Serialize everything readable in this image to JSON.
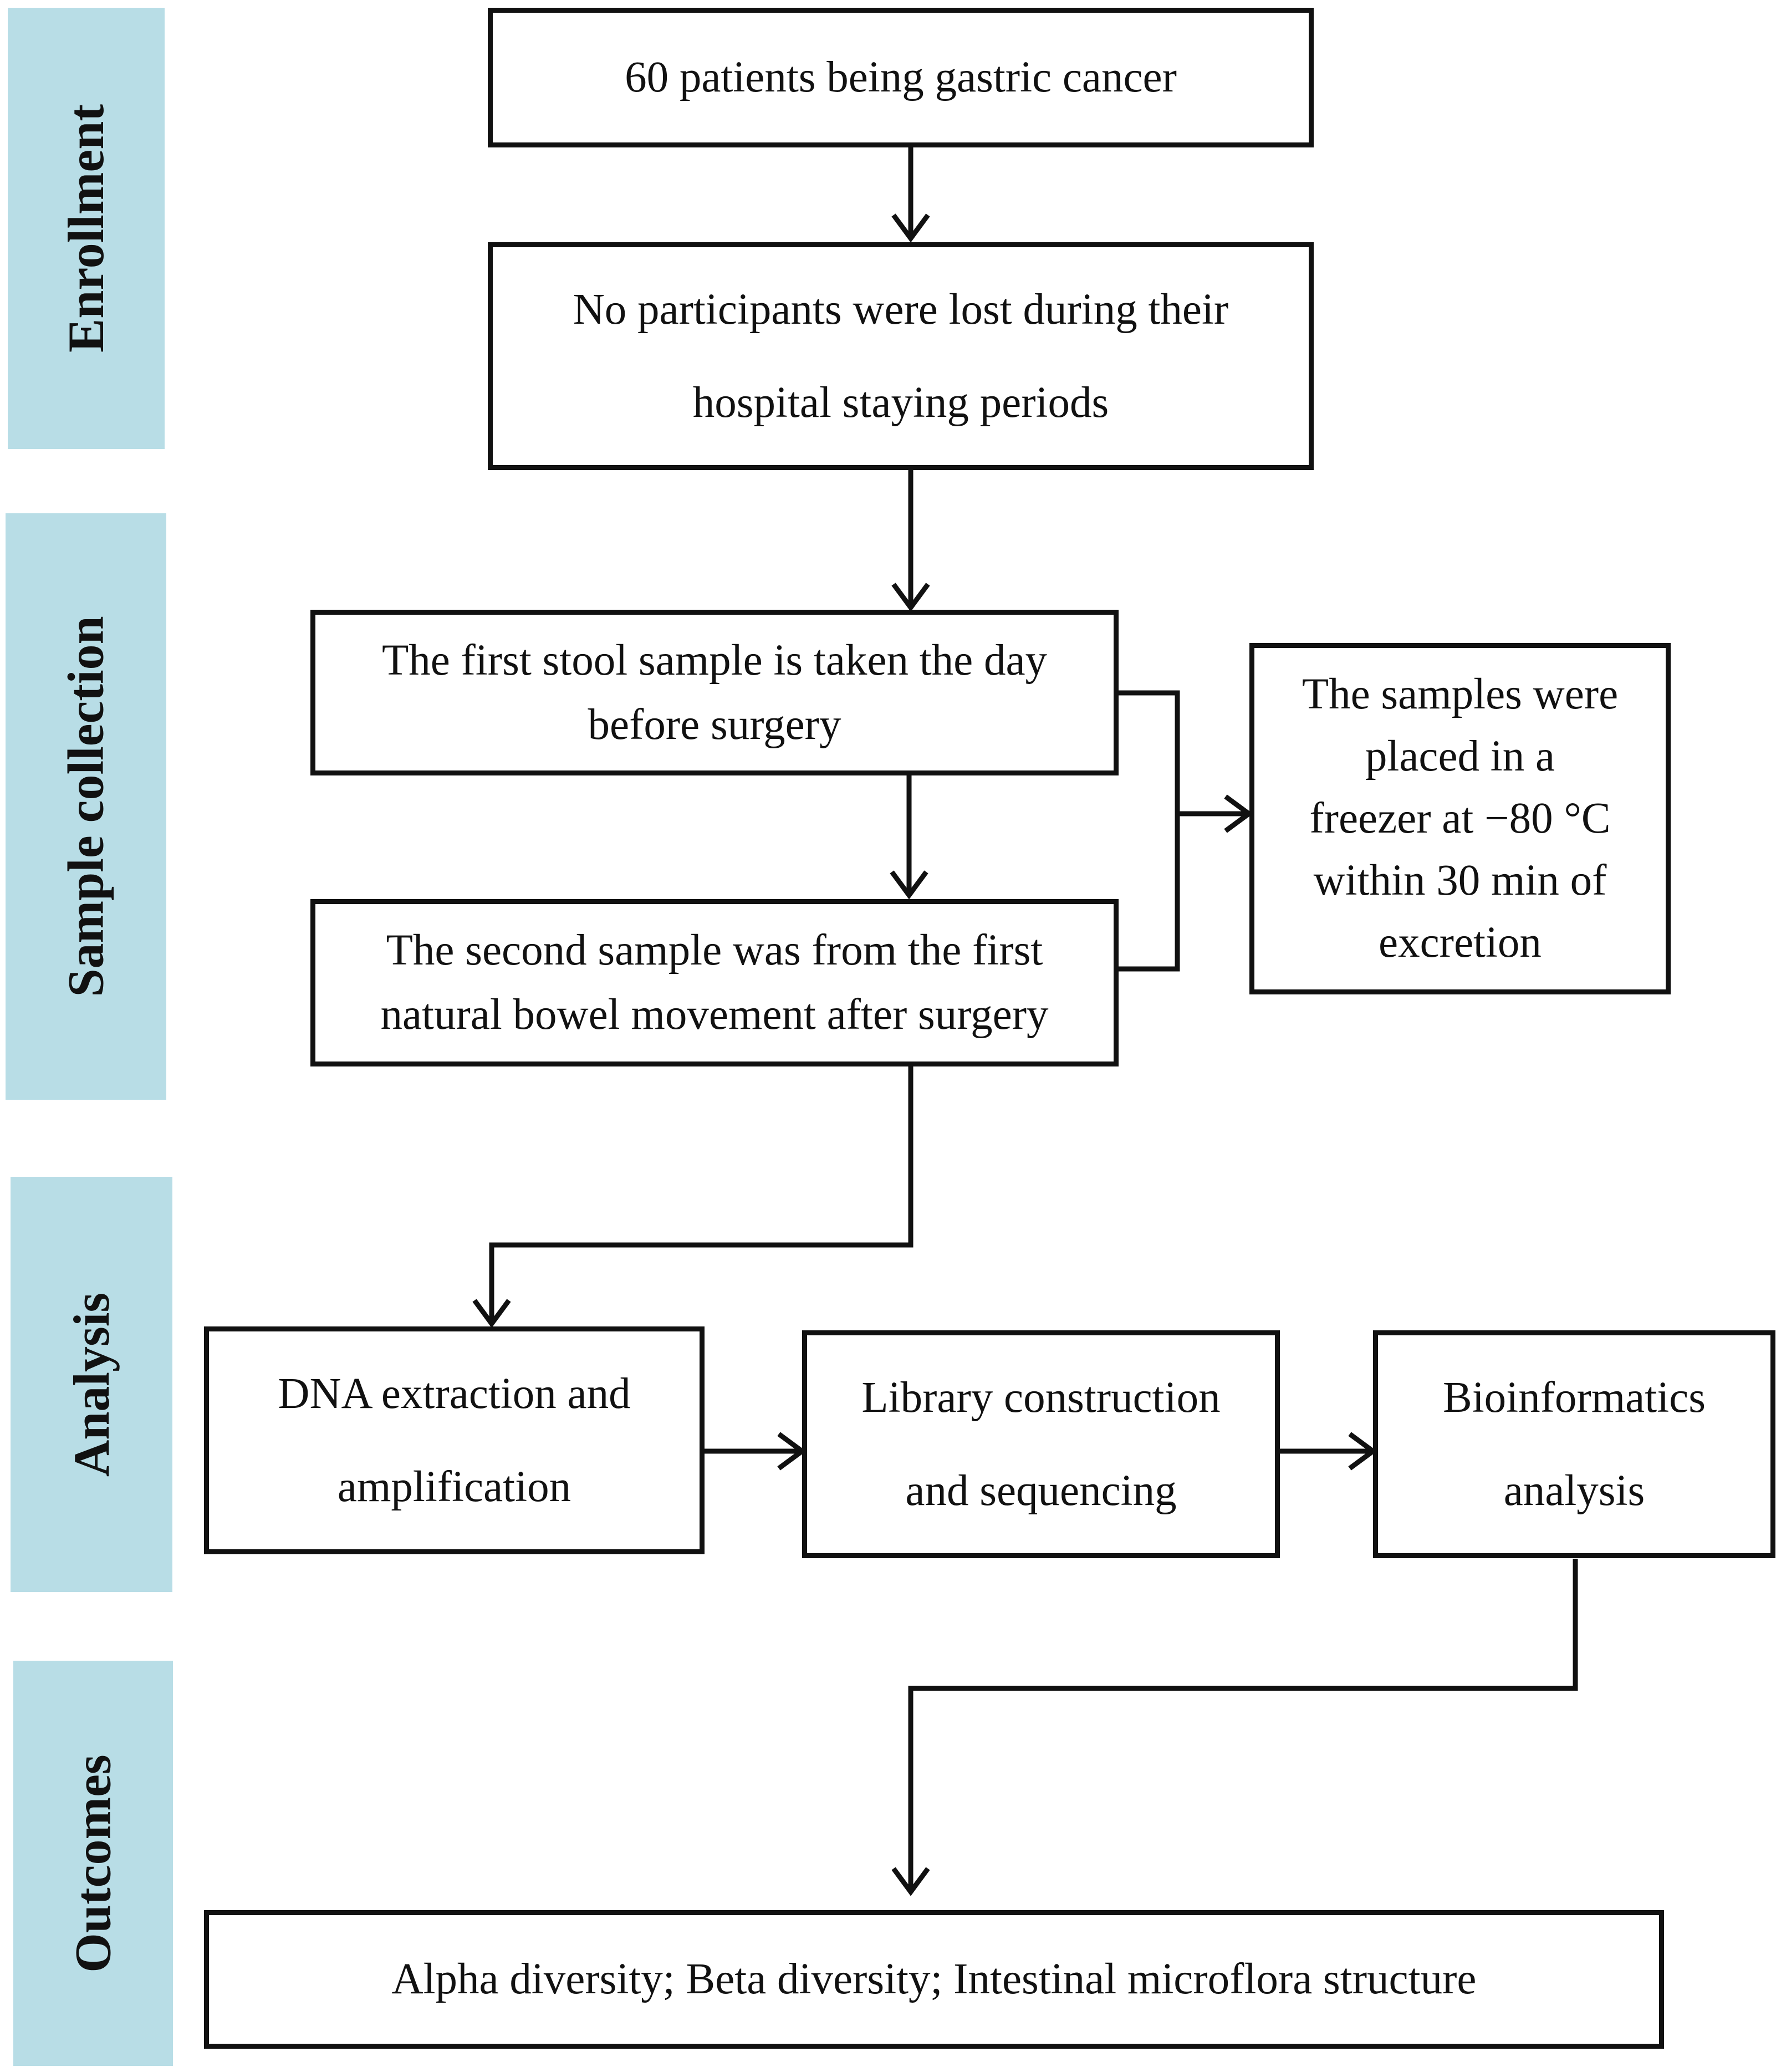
{
  "stages": {
    "enrollment": "Enrollment",
    "sample_collection": "Sample collection",
    "analysis": "Analysis",
    "outcomes": "Outcomes"
  },
  "nodes": {
    "patients": "60 patients being gastric cancer",
    "no_loss": "No participants were lost during their\nhospital staying periods",
    "first_sample": "The first stool sample is taken the day\nbefore surgery",
    "second_sample": "The second sample was from the first\nnatural bowel movement after surgery",
    "freezer": "The samples were\nplaced in a\nfreezer at −80 °C\nwithin 30 min of\nexcretion",
    "dna": "DNA extraction and\namplification",
    "library": "Library construction\nand sequencing",
    "bioinformatics": "Bioinformatics\nanalysis",
    "outcomes": "Alpha diversity; Beta diversity; Intestinal microflora structure"
  },
  "colors": {
    "stage_band": "#b8dde6",
    "stroke": "#111111"
  }
}
